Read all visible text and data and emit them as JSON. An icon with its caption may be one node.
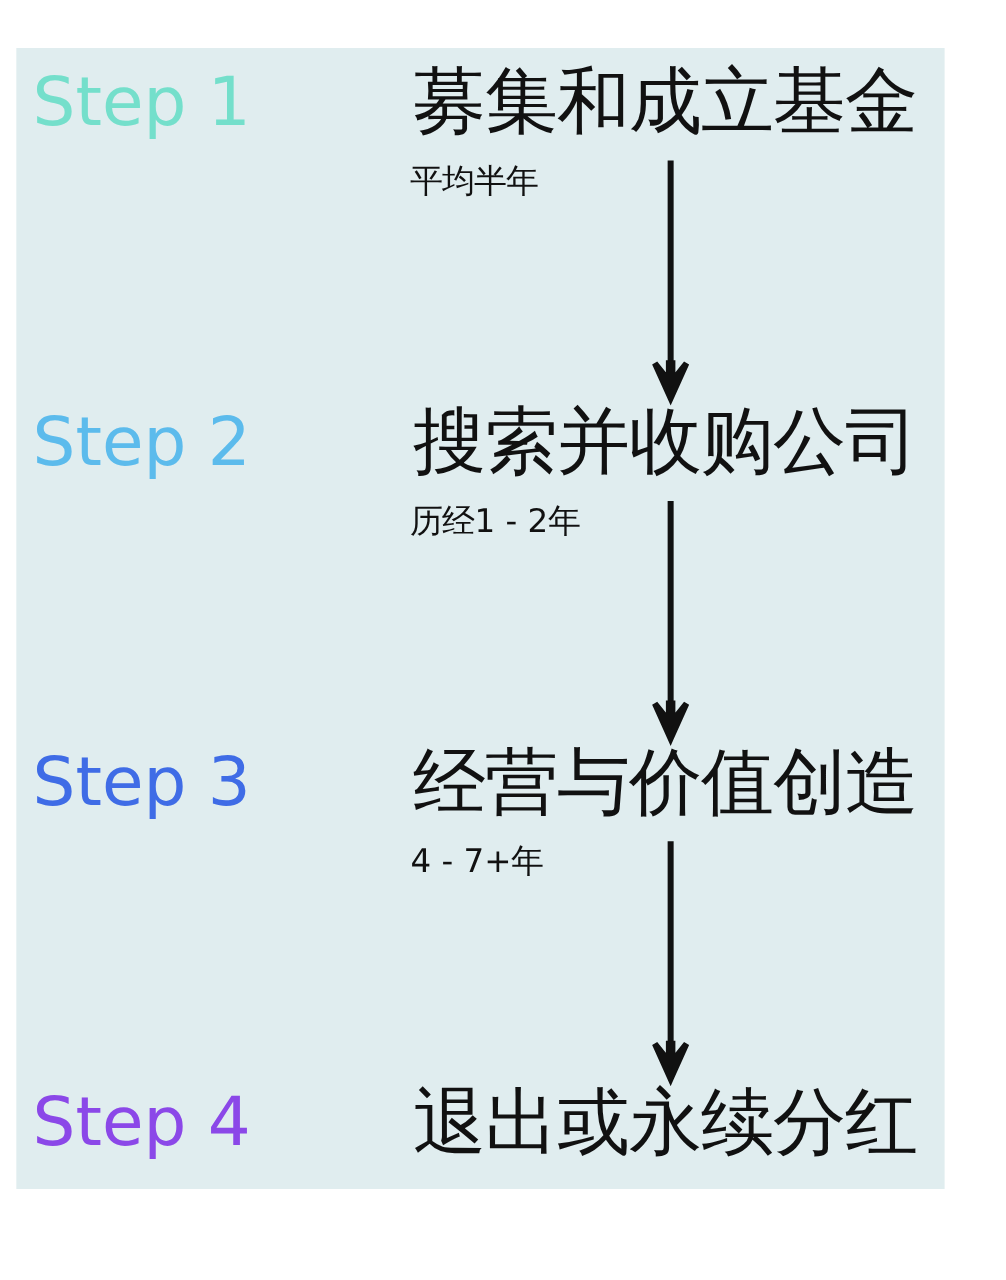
{
  "diagram": {
    "nodes": [
      {
        "text": [
          "募集和成立基金"
        ],
        "beside": [
          "Step 1",
          "平均半年"
        ]
      },
      {
        "text": [
          "搜索并收购公司"
        ],
        "beside": [
          "Step 2",
          "历经1 - 2年"
        ]
      },
      {
        "text": [
          "经营与价值创造"
        ],
        "beside": [
          "Step 3",
          "4 - 7+年"
        ]
      },
      {
        "text": [
          "退出或永续分红"
        ],
        "beside": [
          "Step 4"
        ]
      }
    ],
    "edges": [
      {
        "from": 0,
        "to": 1,
        "arrow": "to"
      },
      {
        "from": 1,
        "to": 2,
        "arrow": "to"
      },
      {
        "from": 2,
        "to": 3,
        "arrow": "to"
      }
    ]
  }
}
